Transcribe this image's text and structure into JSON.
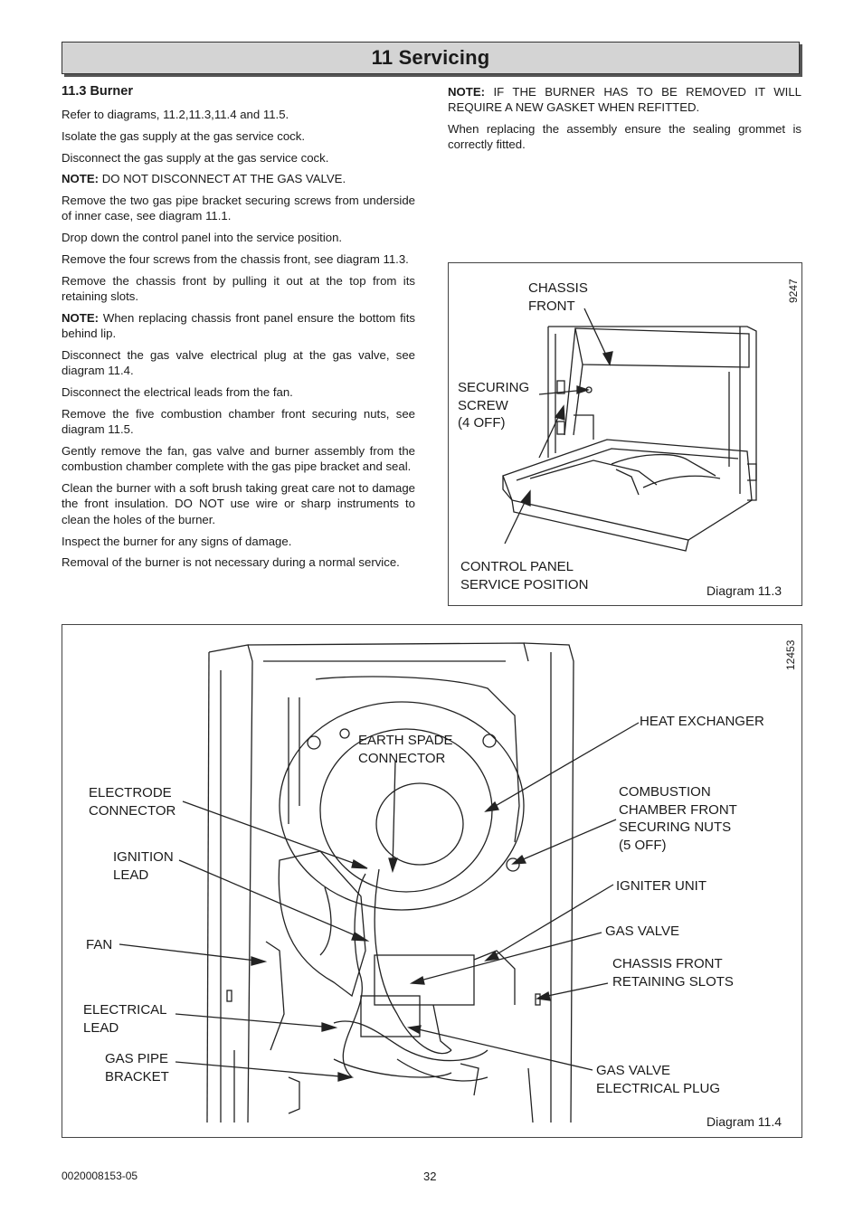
{
  "header": {
    "title": "11 Servicing"
  },
  "left": {
    "heading": "11.3 Burner",
    "paragraphs": [
      {
        "text": "Refer to diagrams, 11.2,11.3,11.4 and 11.5."
      },
      {
        "text": "Isolate the gas supply at the gas service cock."
      },
      {
        "text": "Disconnect the gas supply at the gas service cock."
      },
      {
        "strong": "NOTE:",
        "text": " DO NOT DISCONNECT AT THE GAS VALVE."
      },
      {
        "text": "Remove the two gas pipe bracket securing screws from underside of inner case, see diagram 11.1."
      },
      {
        "text": "Drop down the control panel into the service position."
      },
      {
        "text": "Remove the four screws from the chassis front, see diagram 11.3."
      },
      {
        "text": "Remove the chassis front by pulling it out at the top from its retaining slots."
      },
      {
        "strong": "NOTE:",
        "text": " When replacing chassis front panel ensure the bottom fits behind lip."
      },
      {
        "text": "Disconnect the gas valve electrical plug at the gas valve, see diagram 11.4."
      },
      {
        "text": "Disconnect the electrical leads from the fan."
      },
      {
        "text": "Remove the five combustion chamber front securing nuts, see diagram 11.5."
      },
      {
        "text": "Gently remove the fan, gas valve and burner assembly from the combustion chamber complete with the gas pipe bracket and seal."
      },
      {
        "text": "Clean the burner with a soft brush taking great care not to damage the front insulation.  DO NOT use wire or sharp instruments to clean the holes of the burner."
      },
      {
        "text": "Inspect the burner for any signs of damage."
      },
      {
        "text": "Removal of the burner is not necessary during a normal service."
      }
    ]
  },
  "right": {
    "paragraphs": [
      {
        "strong": "NOTE:",
        "text": " IF THE BURNER HAS TO BE REMOVED IT WILL REQUIRE A NEW GASKET WHEN REFITTED."
      },
      {
        "text": "When replacing the assembly ensure the sealing grommet is correctly fitted."
      }
    ]
  },
  "diagram_11_3": {
    "ref": "9247",
    "caption": "Diagram 11.3",
    "labels": {
      "chassis_front": "CHASSIS\nFRONT",
      "securing_screw": "SECURING\nSCREW\n(4 OFF)",
      "control_panel": "CONTROL PANEL\nSERVICE POSITION"
    }
  },
  "diagram_11_4": {
    "ref": "12453",
    "caption": "Diagram 11.4",
    "labels": {
      "earth_spade": "EARTH SPADE\nCONNECTOR",
      "heat_exchanger": "HEAT EXCHANGER",
      "electrode_connector": "ELECTRODE\nCONNECTOR",
      "combustion_nuts": "COMBUSTION\nCHAMBER FRONT\nSECURING NUTS\n(5 OFF)",
      "ignition_lead": "IGNITION\nLEAD",
      "igniter_unit": "IGNITER UNIT",
      "gas_valve": "GAS VALVE",
      "fan": "FAN",
      "chassis_slots": "CHASSIS FRONT\nRETAINING  SLOTS",
      "electrical_lead": "ELECTRICAL\nLEAD",
      "gas_pipe_bracket": "GAS PIPE\nBRACKET",
      "gas_valve_plug": "GAS VALVE\nELECTRICAL PLUG"
    }
  },
  "footer": {
    "code": "0020008153-05",
    "page": "32"
  }
}
